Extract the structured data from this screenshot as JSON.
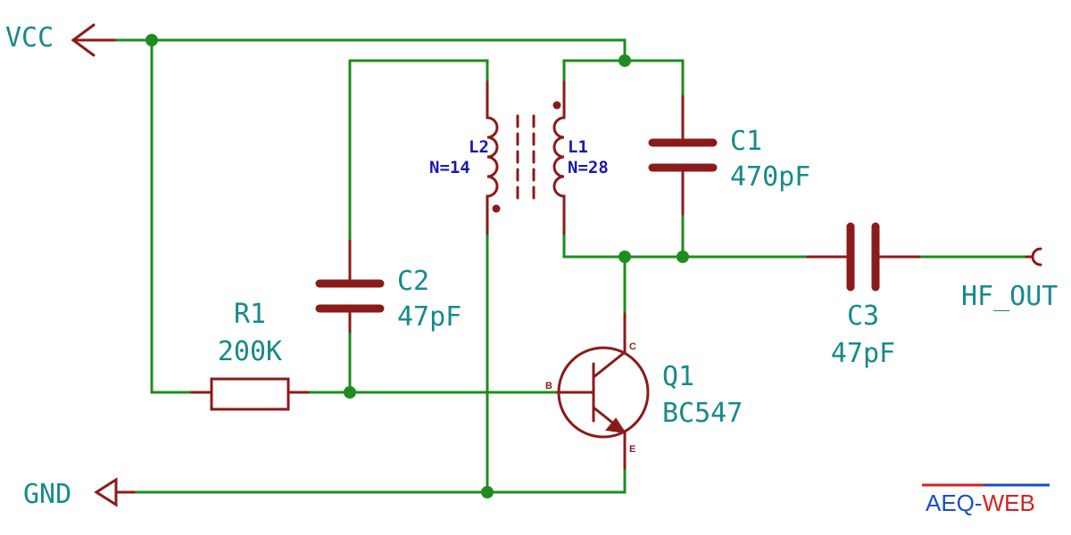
{
  "nets": {
    "vcc": "VCC",
    "gnd": "GND",
    "hf_out": "HF_OUT"
  },
  "components": {
    "r1": {
      "ref": "R1",
      "value": "200K"
    },
    "c1": {
      "ref": "C1",
      "value": "470pF"
    },
    "c2": {
      "ref": "C2",
      "value": "47pF"
    },
    "c3": {
      "ref": "C3",
      "value": "47pF"
    },
    "l1": {
      "ref": "L1",
      "value": "N=28"
    },
    "l2": {
      "ref": "L2",
      "value": "N=14"
    },
    "q1": {
      "ref": "Q1",
      "value": "BC547",
      "pins": {
        "b": "B",
        "c": "C",
        "e": "E"
      }
    }
  },
  "logo": {
    "part1": "AEQ-",
    "part2": "WEB",
    "color1": "#1a4fc4",
    "color2": "#d42020"
  },
  "colors": {
    "wire": "#1e8c1e",
    "component": "#8b1a1a",
    "label": "#168a8a",
    "coil_label": "#1a1aa8"
  }
}
